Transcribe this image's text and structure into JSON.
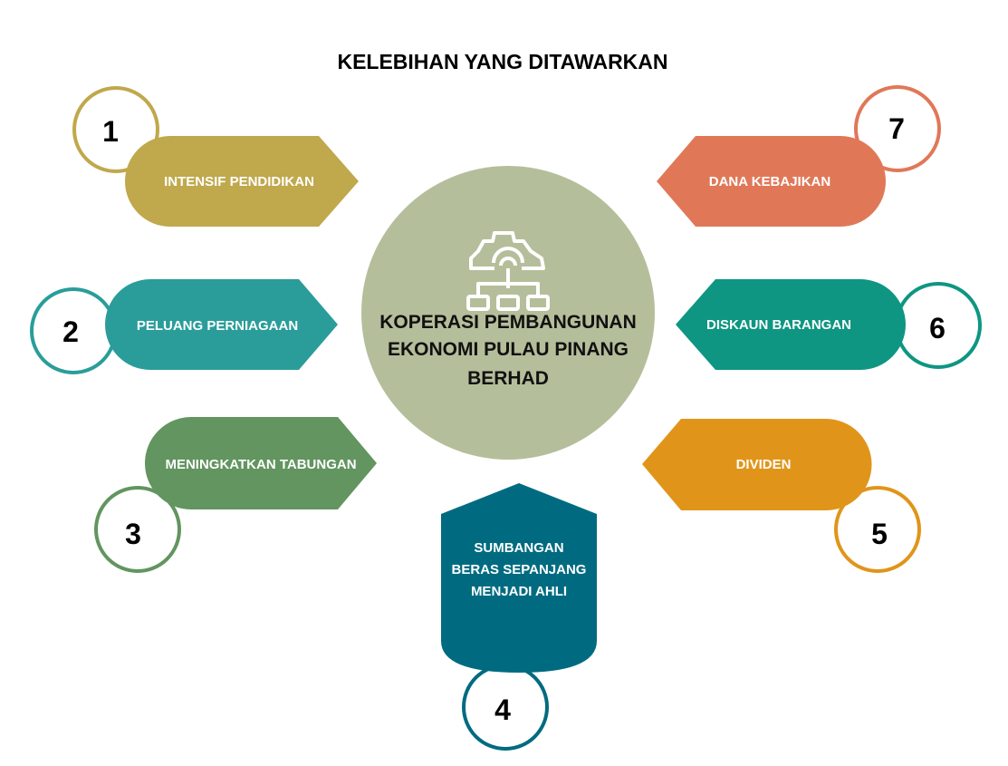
{
  "title": "KELEBIHAN YANG DITAWARKAN",
  "center": {
    "lines": [
      "KOPERASI PEMBANGUNAN",
      "EKONOMI PULAU PINANG",
      "BERHAD"
    ],
    "icon": "gear-network-icon",
    "color": "#B5BE9A"
  },
  "benefits": [
    {
      "number": "1",
      "label": "INTENSIF PENDIDIKAN",
      "color": "#C0A84C"
    },
    {
      "number": "2",
      "label": "PELUANG PERNIAGAAN",
      "color": "#2A9D9A"
    },
    {
      "number": "3",
      "label": "MENINGKATKAN TABUNGAN",
      "color": "#62955F"
    },
    {
      "number": "4",
      "lines": [
        "SUMBANGAN",
        "BERAS SEPANJANG",
        "MENJADI AHLI"
      ],
      "color": "#006B80"
    },
    {
      "number": "5",
      "label": "DIVIDEN",
      "color": "#E0951A"
    },
    {
      "number": "6",
      "label": "DISKAUN BARANGAN",
      "color": "#0E9682"
    },
    {
      "number": "7",
      "label": "DANA KEBAJIKAN",
      "color": "#E07858"
    }
  ]
}
